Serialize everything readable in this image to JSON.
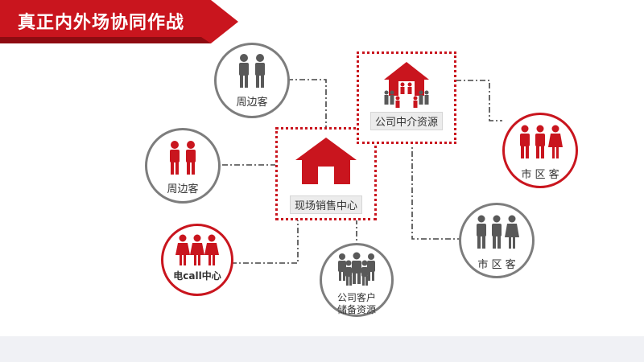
{
  "title": "真正内外场协同作战",
  "colors": {
    "red": "#c9151e",
    "gray": "#595959",
    "ring_gray": "#7d7d7d"
  },
  "nodes": {
    "top_left": {
      "label": "周边客",
      "icon": "people-gray-icon"
    },
    "mid_left": {
      "label": "周边客",
      "icon": "people-red-icon"
    },
    "bottom_left": {
      "label": "电call中心",
      "icon": "women-red-icon"
    },
    "bottom_center": {
      "label_line1": "公司客户",
      "label_line2": "储备资源",
      "icon": "crowd-gray-icon"
    },
    "right_top": {
      "label": "市 区 客",
      "icon": "people-red-icon"
    },
    "right_bottom": {
      "label": "市 区 客",
      "icon": "people-gray-icon"
    }
  },
  "center_box": {
    "label": "现场销售中心",
    "icon": "house-icon"
  },
  "agency_box": {
    "label": "公司中介资源",
    "icon": "house-people-icon"
  }
}
